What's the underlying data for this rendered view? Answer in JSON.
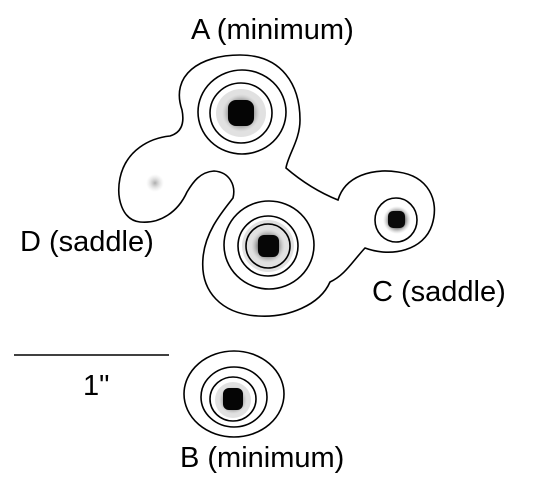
{
  "labels": {
    "a": "A (minimum)",
    "b": "B (minimum)",
    "c": "C (saddle)",
    "d": "D (saddle)",
    "scale": "1\""
  },
  "colors": {
    "contour": "#000000",
    "core": "#080808",
    "halo": "#7a7a7a",
    "background": "#ffffff"
  }
}
